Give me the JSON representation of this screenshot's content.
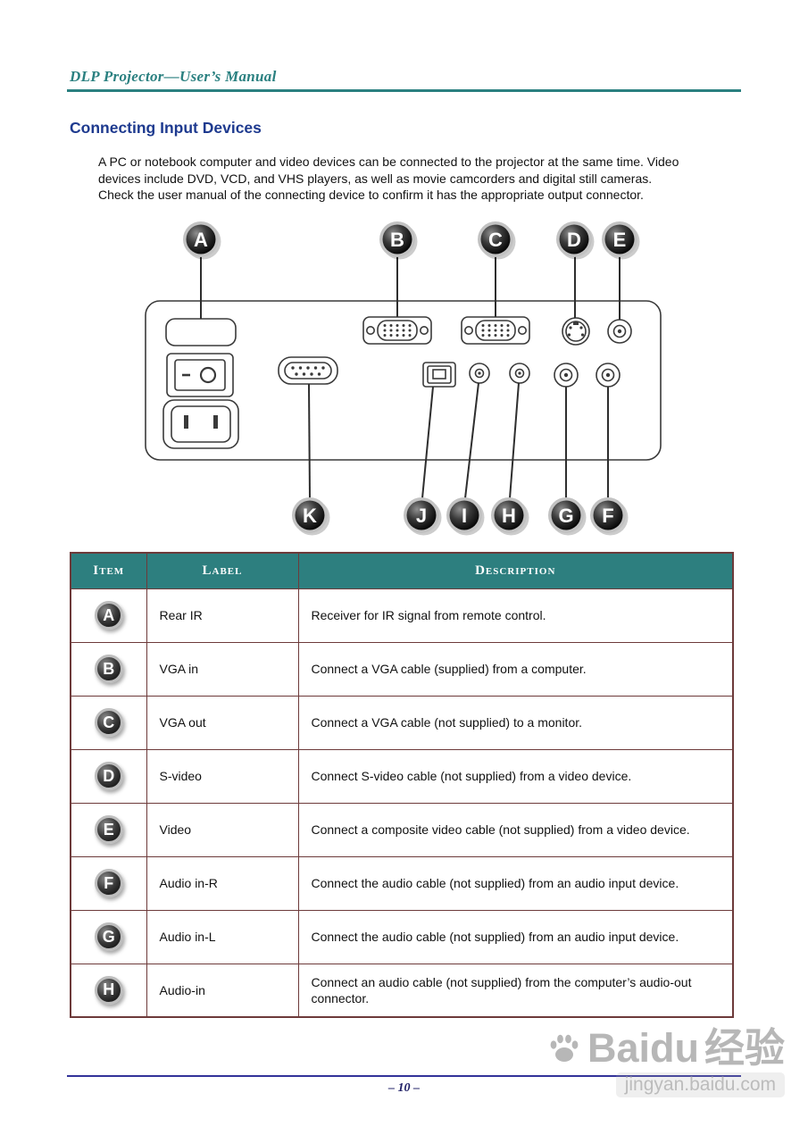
{
  "page": {
    "title": "DLP Projector—User’s Manual",
    "section_heading": "Connecting Input Devices",
    "intro_lines": [
      "A PC or notebook computer and video devices can be connected to the projector at the same time. Video",
      "devices include DVD, VCD, and VHS players, as well as movie camcorders and digital still cameras.",
      "Check the user manual of the connecting device to confirm it has the appropriate output connector."
    ],
    "page_number": "– 10 –"
  },
  "colors": {
    "header_teal": "#2a8080",
    "heading_navy": "#1e3a8f",
    "table_header_bg": "#2d7f7f",
    "table_border": "#6d3a3a",
    "footer_line": "#333399"
  },
  "diagram": {
    "top_callouts": [
      "A",
      "B",
      "C",
      "D",
      "E"
    ],
    "bottom_callouts": [
      "K",
      "J",
      "I",
      "H",
      "G",
      "F"
    ]
  },
  "table": {
    "headers": [
      "Item",
      "Label",
      "Description"
    ],
    "rows": [
      {
        "item": "A",
        "label": "Rear IR",
        "description": "Receiver for IR signal from remote control."
      },
      {
        "item": "B",
        "label": "VGA in",
        "description": "Connect a VGA cable (supplied) from a computer."
      },
      {
        "item": "C",
        "label": "VGA out",
        "description": "Connect a VGA cable (not supplied) to a monitor."
      },
      {
        "item": "D",
        "label": "S-video",
        "description": "Connect S-video cable (not supplied) from a video device."
      },
      {
        "item": "E",
        "label": "Video",
        "description": "Connect a composite video cable (not supplied) from a video device."
      },
      {
        "item": "F",
        "label": "Audio in-R",
        "description": "Connect the audio cable (not supplied) from an audio input device."
      },
      {
        "item": "G",
        "label": "Audio in-L",
        "description": "Connect the audio cable (not supplied) from an audio input device."
      },
      {
        "item": "H",
        "label": "Audio-in",
        "description": "Connect an audio cable (not supplied) from the computer’s audio-out connector."
      }
    ]
  },
  "watermark": {
    "brand": "Baidu",
    "brand_cn": "经验",
    "url": "jingyan.baidu.com"
  }
}
